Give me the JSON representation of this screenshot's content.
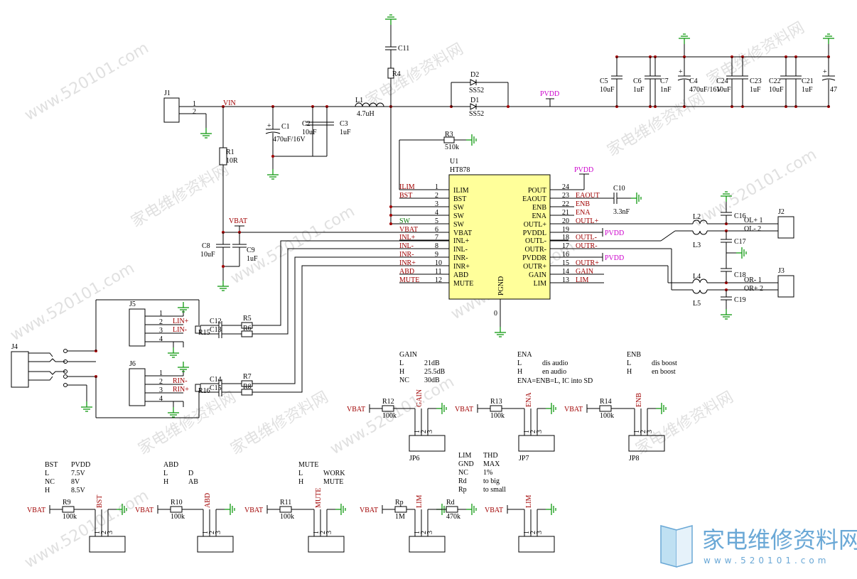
{
  "watermark": {
    "cn": "家电维修资料网",
    "url": "www.520101.com"
  },
  "logo": {
    "cn": "家电维修资料网",
    "url": "www.520101.com"
  },
  "ic": {
    "ref": "U1",
    "part": "HT878",
    "ground_pin": "PGND",
    "ground_pin_number": "0",
    "pins_left": [
      {
        "num": "1",
        "name": "ILIM",
        "net": "ILIM"
      },
      {
        "num": "2",
        "name": "BST",
        "net": "BST"
      },
      {
        "num": "3",
        "name": "SW",
        "net": ""
      },
      {
        "num": "4",
        "name": "SW",
        "net": ""
      },
      {
        "num": "5",
        "name": "SW",
        "net": "SW"
      },
      {
        "num": "6",
        "name": "VBAT",
        "net": "VBAT"
      },
      {
        "num": "7",
        "name": "INL+",
        "net": "INL+"
      },
      {
        "num": "8",
        "name": "INL-",
        "net": "INL-"
      },
      {
        "num": "9",
        "name": "INR-",
        "net": "INR-"
      },
      {
        "num": "10",
        "name": "INR+",
        "net": "INR+"
      },
      {
        "num": "11",
        "name": "ABD",
        "net": "ABD"
      },
      {
        "num": "12",
        "name": "MUTE",
        "net": "MUTE"
      }
    ],
    "pins_right": [
      {
        "num": "24",
        "name": "POUT",
        "net": ""
      },
      {
        "num": "23",
        "name": "EAOUT",
        "net": "EAOUT"
      },
      {
        "num": "22",
        "name": "ENB",
        "net": "ENB"
      },
      {
        "num": "21",
        "name": "ENA",
        "net": "ENA"
      },
      {
        "num": "20",
        "name": "OUTL+",
        "net": "OUTL+"
      },
      {
        "num": "19",
        "name": "PVDDL",
        "net": ""
      },
      {
        "num": "18",
        "name": "OUTL-",
        "net": "OUTL-"
      },
      {
        "num": "17",
        "name": "OUTR-",
        "net": "OUTR-"
      },
      {
        "num": "16",
        "name": "PVDDR",
        "net": ""
      },
      {
        "num": "15",
        "name": "OUTR+",
        "net": "OUTR+"
      },
      {
        "num": "14",
        "name": "GAIN",
        "net": "GAIN"
      },
      {
        "num": "13",
        "name": "LIM",
        "net": "LIM"
      }
    ]
  },
  "nets": {
    "vin": "VIN",
    "vbat": "VBAT",
    "pvdd": "PVDD"
  },
  "components": {
    "j1": {
      "ref": "J1",
      "p1": "1",
      "p2": "2"
    },
    "r1": {
      "ref": "R1",
      "value": "10R"
    },
    "c1": {
      "ref": "C1",
      "value": "470uF/16V"
    },
    "c2": {
      "ref": "C2",
      "value": "10uF"
    },
    "c3": {
      "ref": "C3",
      "value": "1uF"
    },
    "l1": {
      "ref": "L1",
      "value": "4.7uH"
    },
    "c11": {
      "ref": "C11"
    },
    "r4": {
      "ref": "R4"
    },
    "d2": {
      "ref": "D2",
      "value": "SS52"
    },
    "d1": {
      "ref": "D1",
      "value": "SS52"
    },
    "r3": {
      "ref": "R3",
      "value": "510k"
    },
    "c8": {
      "ref": "C8",
      "value": "10uF"
    },
    "c9": {
      "ref": "C9",
      "value": "1uF"
    },
    "c10": {
      "ref": "C10",
      "value": "3.3nF"
    },
    "bank": [
      {
        "ref": "C5",
        "value": "10uF"
      },
      {
        "ref": "C6",
        "value": "1uF"
      },
      {
        "ref": "C7",
        "value": "1nF"
      },
      {
        "ref": "C4",
        "value": "470uF/16V"
      },
      {
        "ref": "C24",
        "value": "10uF"
      },
      {
        "ref": "C23",
        "value": "1uF"
      },
      {
        "ref": "C22",
        "value": "10uF"
      },
      {
        "ref": "C21",
        "value": "1uF"
      },
      {
        "ref": "",
        "value": "47"
      }
    ],
    "l2": {
      "ref": "L2"
    },
    "l3": {
      "ref": "L3"
    },
    "l4": {
      "ref": "L4"
    },
    "l5": {
      "ref": "L5"
    },
    "c16": {
      "ref": "C16"
    },
    "c17": {
      "ref": "C17"
    },
    "c18": {
      "ref": "C18"
    },
    "c19": {
      "ref": "C19"
    },
    "j2": {
      "ref": "J2",
      "p1": "OL+ 1",
      "p2": "OL- 2"
    },
    "j3": {
      "ref": "J3",
      "p1": "OR- 1",
      "p2": "OR+ 2"
    },
    "j4": {
      "ref": "J4"
    },
    "j5": {
      "ref": "J5",
      "pins": [
        "1",
        "2",
        "3",
        "4"
      ],
      "lin_p": "LIN+",
      "lin_m": "LIN-"
    },
    "j6": {
      "ref": "J6",
      "pins": [
        "1",
        "2",
        "3",
        "4"
      ],
      "rin_m": "RIN-",
      "rin_p": "RIN+"
    },
    "c12": {
      "ref": "C12"
    },
    "c13": {
      "ref": "C13"
    },
    "c14": {
      "ref": "C14"
    },
    "c15": {
      "ref": "C15"
    },
    "r5": {
      "ref": "R5"
    },
    "r6": {
      "ref": "R6"
    },
    "r7": {
      "ref": "R7"
    },
    "r8": {
      "ref": "R8"
    },
    "r15": {
      "ref": "R15"
    },
    "r16": {
      "ref": "R16"
    }
  },
  "selectors": [
    {
      "r": "R12",
      "val": "100k",
      "net": "GAIN",
      "jp": "JP6"
    },
    {
      "r": "R13",
      "val": "100k",
      "net": "ENA",
      "jp": "JP7"
    },
    {
      "r": "R14",
      "val": "100k",
      "net": "ENB",
      "jp": "JP8"
    },
    {
      "r": "R9",
      "val": "100k",
      "net": "BST",
      "jp": ""
    },
    {
      "r": "R10",
      "val": "100k",
      "net": "ABD",
      "jp": ""
    },
    {
      "r": "R11",
      "val": "100k",
      "net": "MUTE",
      "jp": ""
    },
    {
      "r": "Rp",
      "val": "1M",
      "net": "LIM",
      "jp": ""
    },
    {
      "r": "Rd",
      "val": "470k",
      "net": "LIM",
      "jp": ""
    }
  ],
  "jp_pins": [
    "1",
    "2",
    "3"
  ],
  "tables": {
    "gain": {
      "header": "GAIN",
      "rows": [
        [
          "L",
          "21dB"
        ],
        [
          "H",
          "25.5dB"
        ],
        [
          "NC",
          "30dB"
        ]
      ]
    },
    "ena": {
      "header": "ENA",
      "rows": [
        [
          "L",
          "dis audio"
        ],
        [
          "H",
          "en audio"
        ]
      ],
      "note": "ENA=ENB=L, IC into SD"
    },
    "enb": {
      "header": "ENB",
      "rows": [
        [
          "L",
          "dis boost"
        ],
        [
          "H",
          "en boost"
        ]
      ]
    },
    "bst": {
      "header": [
        "BST",
        "PVDD"
      ],
      "rows": [
        [
          "L",
          "7.5V"
        ],
        [
          "NC",
          "8V"
        ],
        [
          "H",
          "8.5V"
        ]
      ]
    },
    "abd": {
      "header": "ABD",
      "rows": [
        [
          "L",
          "D"
        ],
        [
          "H",
          "AB"
        ]
      ]
    },
    "mute": {
      "header": "MUTE",
      "rows": [
        [
          "L",
          "WORK"
        ],
        [
          "H",
          "MUTE"
        ]
      ]
    },
    "lim": {
      "header": [
        "LIM",
        "THD"
      ],
      "rows": [
        [
          "GND",
          "MAX"
        ],
        [
          "NC",
          "1%"
        ],
        [
          "Rd",
          "to big"
        ],
        [
          "Rp",
          "to small"
        ]
      ]
    }
  }
}
